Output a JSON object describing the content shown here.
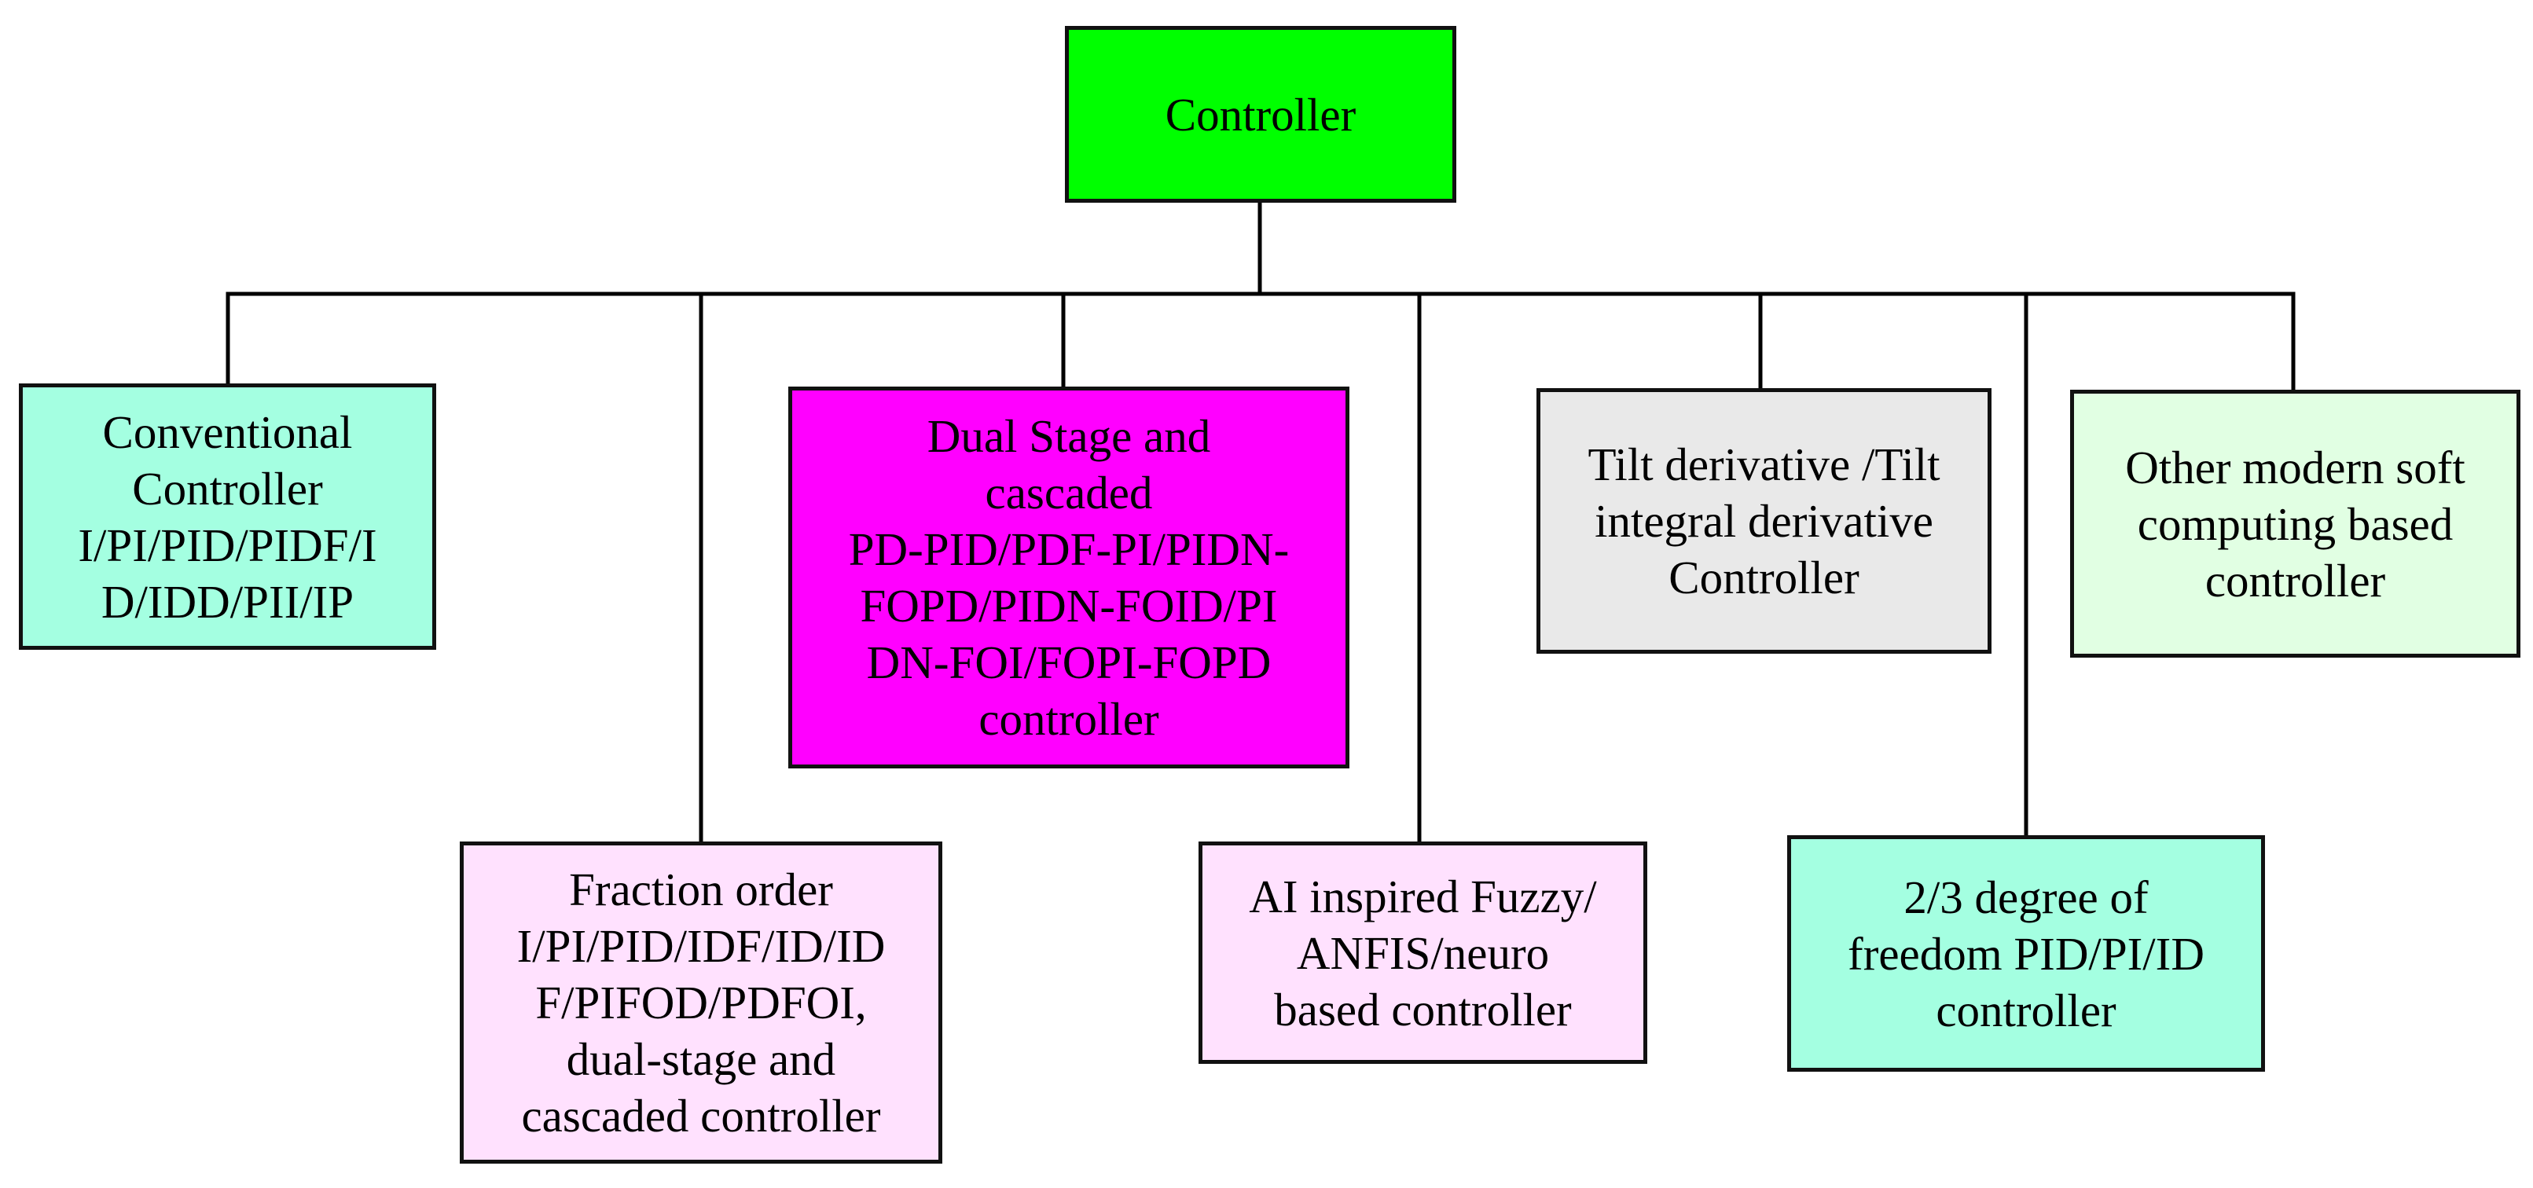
{
  "diagram": {
    "root": {
      "label": "Controller",
      "color": "#00ff00"
    },
    "nodes": {
      "conventional": {
        "label": "Conventional\nController\nI/PI/PID/PIDF/I\nD/IDD/PII/IP",
        "color": "#a4ffe1"
      },
      "fractional": {
        "label": "Fraction order\nI/PI/PID/IDF/ID/ID\nF/PIFOD/PDFOI,\ndual-stage and\ncascaded controller",
        "color": "#ffe1fe"
      },
      "dual_stage": {
        "label": "Dual Stage and\ncascaded\nPD-PID/PDF-PI/PIDN-\nFOPD/PIDN-FOID/PI\nDN-FOI/FOPI-FOPD\ncontroller",
        "color": "#ff00ff"
      },
      "ai_fuzzy": {
        "label": "AI inspired Fuzzy/\nANFIS/neuro\nbased controller",
        "color": "#ffe1fe"
      },
      "tilt": {
        "label": "Tilt derivative /Tilt\nintegral derivative\nController",
        "color": "#e9e9e9"
      },
      "dof": {
        "label": "2/3 degree of\nfreedom PID/PI/ID\ncontroller",
        "color": "#a4ffe1"
      },
      "soft_computing": {
        "label": "Other modern soft\ncomputing based\ncontroller",
        "color": "#e1ffe3"
      }
    }
  }
}
